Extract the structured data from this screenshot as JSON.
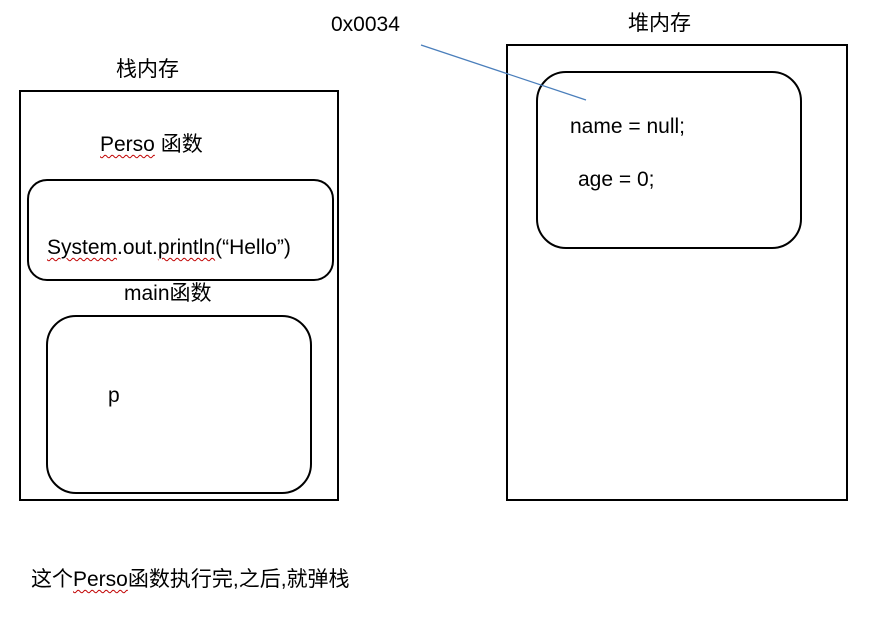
{
  "stack": {
    "title": "栈内存",
    "perso_fn": {
      "name": "Perso",
      "suffix": " 函数"
    },
    "println_call": {
      "part1": "System",
      "part2": ".out.",
      "part3": "println",
      "part4": "(“Hello”)"
    },
    "main_fn": {
      "label": "main函数"
    },
    "main_var": "p"
  },
  "heap": {
    "title": "堆内存",
    "address": "0x0034",
    "fields": [
      "name =  null;",
      "age = 0;"
    ]
  },
  "caption": {
    "part1": "这个",
    "part2": "Perso",
    "part3": "函数执行完,之后,就弹栈"
  },
  "colors": {
    "line": "#000000",
    "pointer": "#4a7ebb",
    "spellcheck": "#c00000"
  }
}
